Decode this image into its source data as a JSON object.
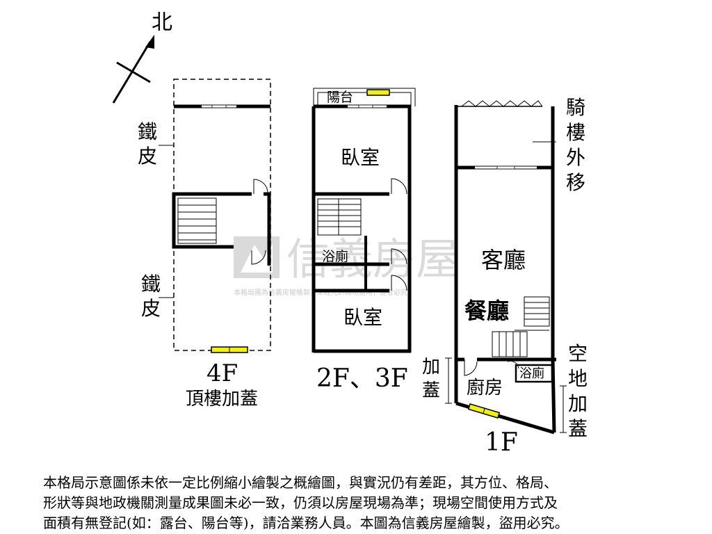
{
  "compass": {
    "north_label": "北"
  },
  "floor_4f": {
    "label": "4F",
    "sublabel": "頂樓加蓋",
    "iron_label_top": [
      "鐵",
      "皮"
    ],
    "iron_label_bottom": [
      "鐵",
      "皮"
    ]
  },
  "floor_2f3f": {
    "label": "2F、3F",
    "balcony": "陽台",
    "bedroom_top": "臥室",
    "bathroom": "浴廁",
    "bedroom_bottom": "臥室"
  },
  "floor_1f": {
    "label": "1F",
    "arcade": [
      "騎",
      "樓",
      "外",
      "移"
    ],
    "living_room": "客廳",
    "dining_room": "餐廳",
    "kitchen": "廚房",
    "bathroom": "浴廁",
    "addition_left": [
      "加",
      "蓋"
    ],
    "addition_right": [
      "空",
      "地",
      "加",
      "蓋"
    ]
  },
  "watermark": {
    "brand": "信義房屋",
    "notice": "本格局圖為信義房屋繪製，未經允許請勿盜用，違者必究"
  },
  "disclaimer": [
    "本格局示意圖係未依一定比例縮小繪製之概繪圖，與實況仍有差距，其方位、格局、",
    "形狀等與地政機關測量成果圖未必一致，仍須以房屋現場為準；現場空間使用方式及",
    "面積有無登記(如：露台、陽台等)，請洽業務人員。本圖為信義房屋繪製，盜用必究。"
  ],
  "colors": {
    "wall": "#000000",
    "window_yellow": "#f2ee1e",
    "watermark": "#bdbdbd"
  }
}
